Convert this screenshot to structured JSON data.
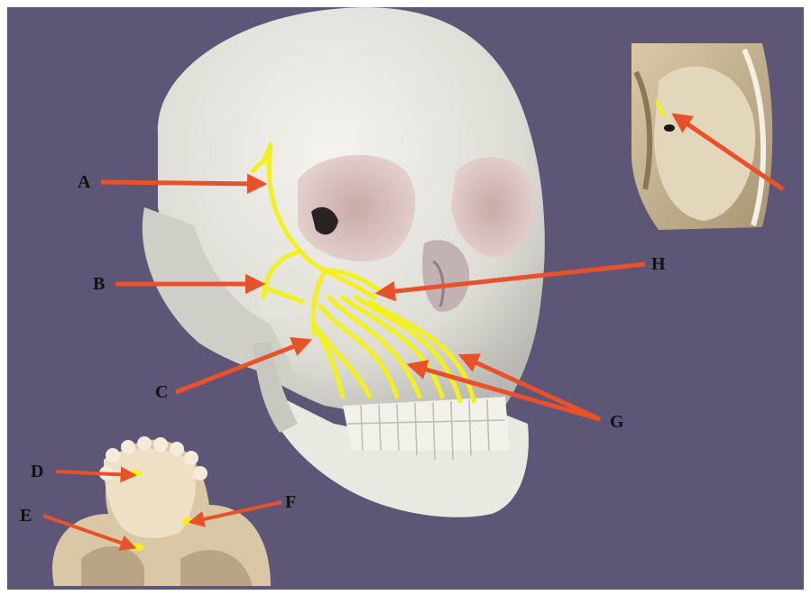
{
  "labels": {
    "a": "A",
    "b": "B",
    "c": "C",
    "d": "D",
    "e": "E",
    "f": "F",
    "g": "G",
    "h": "H"
  },
  "colors": {
    "background": "#5d5677",
    "bone": "#ecebe4",
    "nerve": "#f2f01f",
    "arrow": "#e8522a",
    "inset_bone": "#c9b795"
  }
}
